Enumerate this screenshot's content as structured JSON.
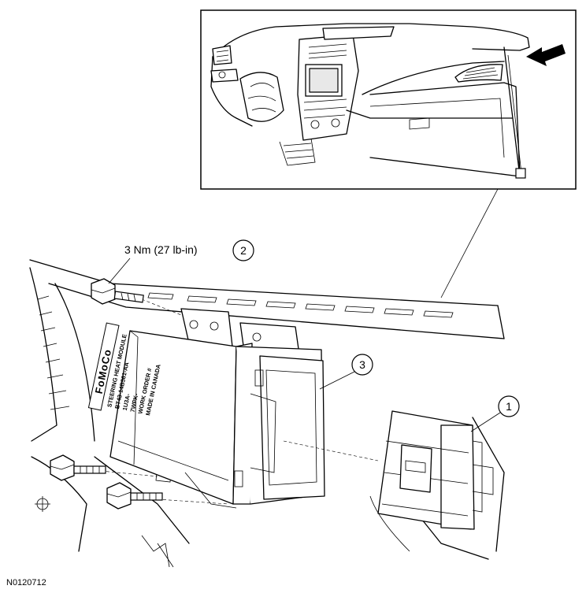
{
  "callouts": [
    {
      "number": "1"
    },
    {
      "number": "2",
      "torque": "3 Nm (27 lb-in)"
    },
    {
      "number": "3"
    }
  ],
  "module_label": {
    "brand": "FoMoCo",
    "lines": [
      "STEERING HEAT MODULE",
      "BT43-14B561-AA",
      "1U3A-",
      "7WPK-",
      "WORK ORDER #",
      "MADE IN CANADA"
    ]
  },
  "figure_id": "N0120712",
  "icons": [
    "locator-arrow-icon",
    "bolt-icon"
  ]
}
